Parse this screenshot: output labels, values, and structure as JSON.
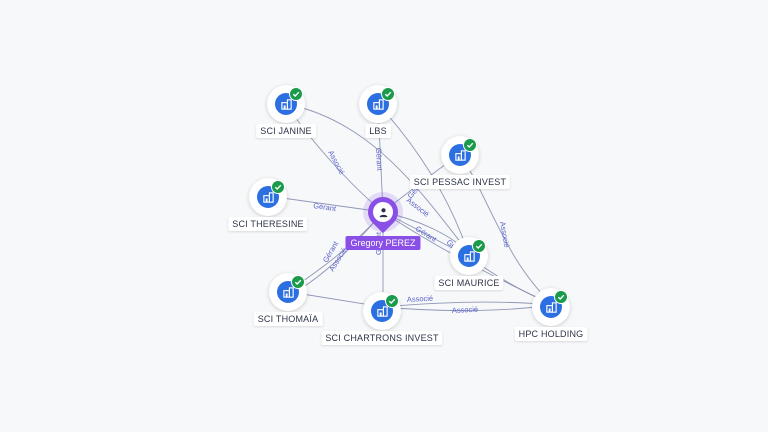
{
  "person": {
    "name": "Gregory PEREZ",
    "icon": "person-icon",
    "color": "#8a4fe6"
  },
  "nodes": [
    {
      "id": "janine",
      "label": "SCI JANINE",
      "icon": "building-icon",
      "verified": true
    },
    {
      "id": "lbs",
      "label": "LBS",
      "icon": "building-icon",
      "verified": true
    },
    {
      "id": "pessac",
      "label": "SCI PESSAC INVEST",
      "icon": "building-icon",
      "verified": true
    },
    {
      "id": "theresine",
      "label": "SCI THERESINE",
      "icon": "building-icon",
      "verified": true
    },
    {
      "id": "maurice",
      "label": "SCI MAURICE",
      "icon": "building-icon",
      "verified": true
    },
    {
      "id": "thomaia",
      "label": "SCI THOMAÏA",
      "icon": "building-icon",
      "verified": true
    },
    {
      "id": "chartrons",
      "label": "SCI CHARTRONS INVEST",
      "icon": "building-icon",
      "verified": true
    },
    {
      "id": "hpc",
      "label": "HPC HOLDING",
      "icon": "building-icon",
      "verified": true
    }
  ],
  "edge_labels": {
    "associe": "Associé",
    "gerant": "Gérant"
  },
  "colors": {
    "node": "#2b6fe0",
    "check": "#1a9a4b",
    "edge_label": "#5a62c9"
  }
}
